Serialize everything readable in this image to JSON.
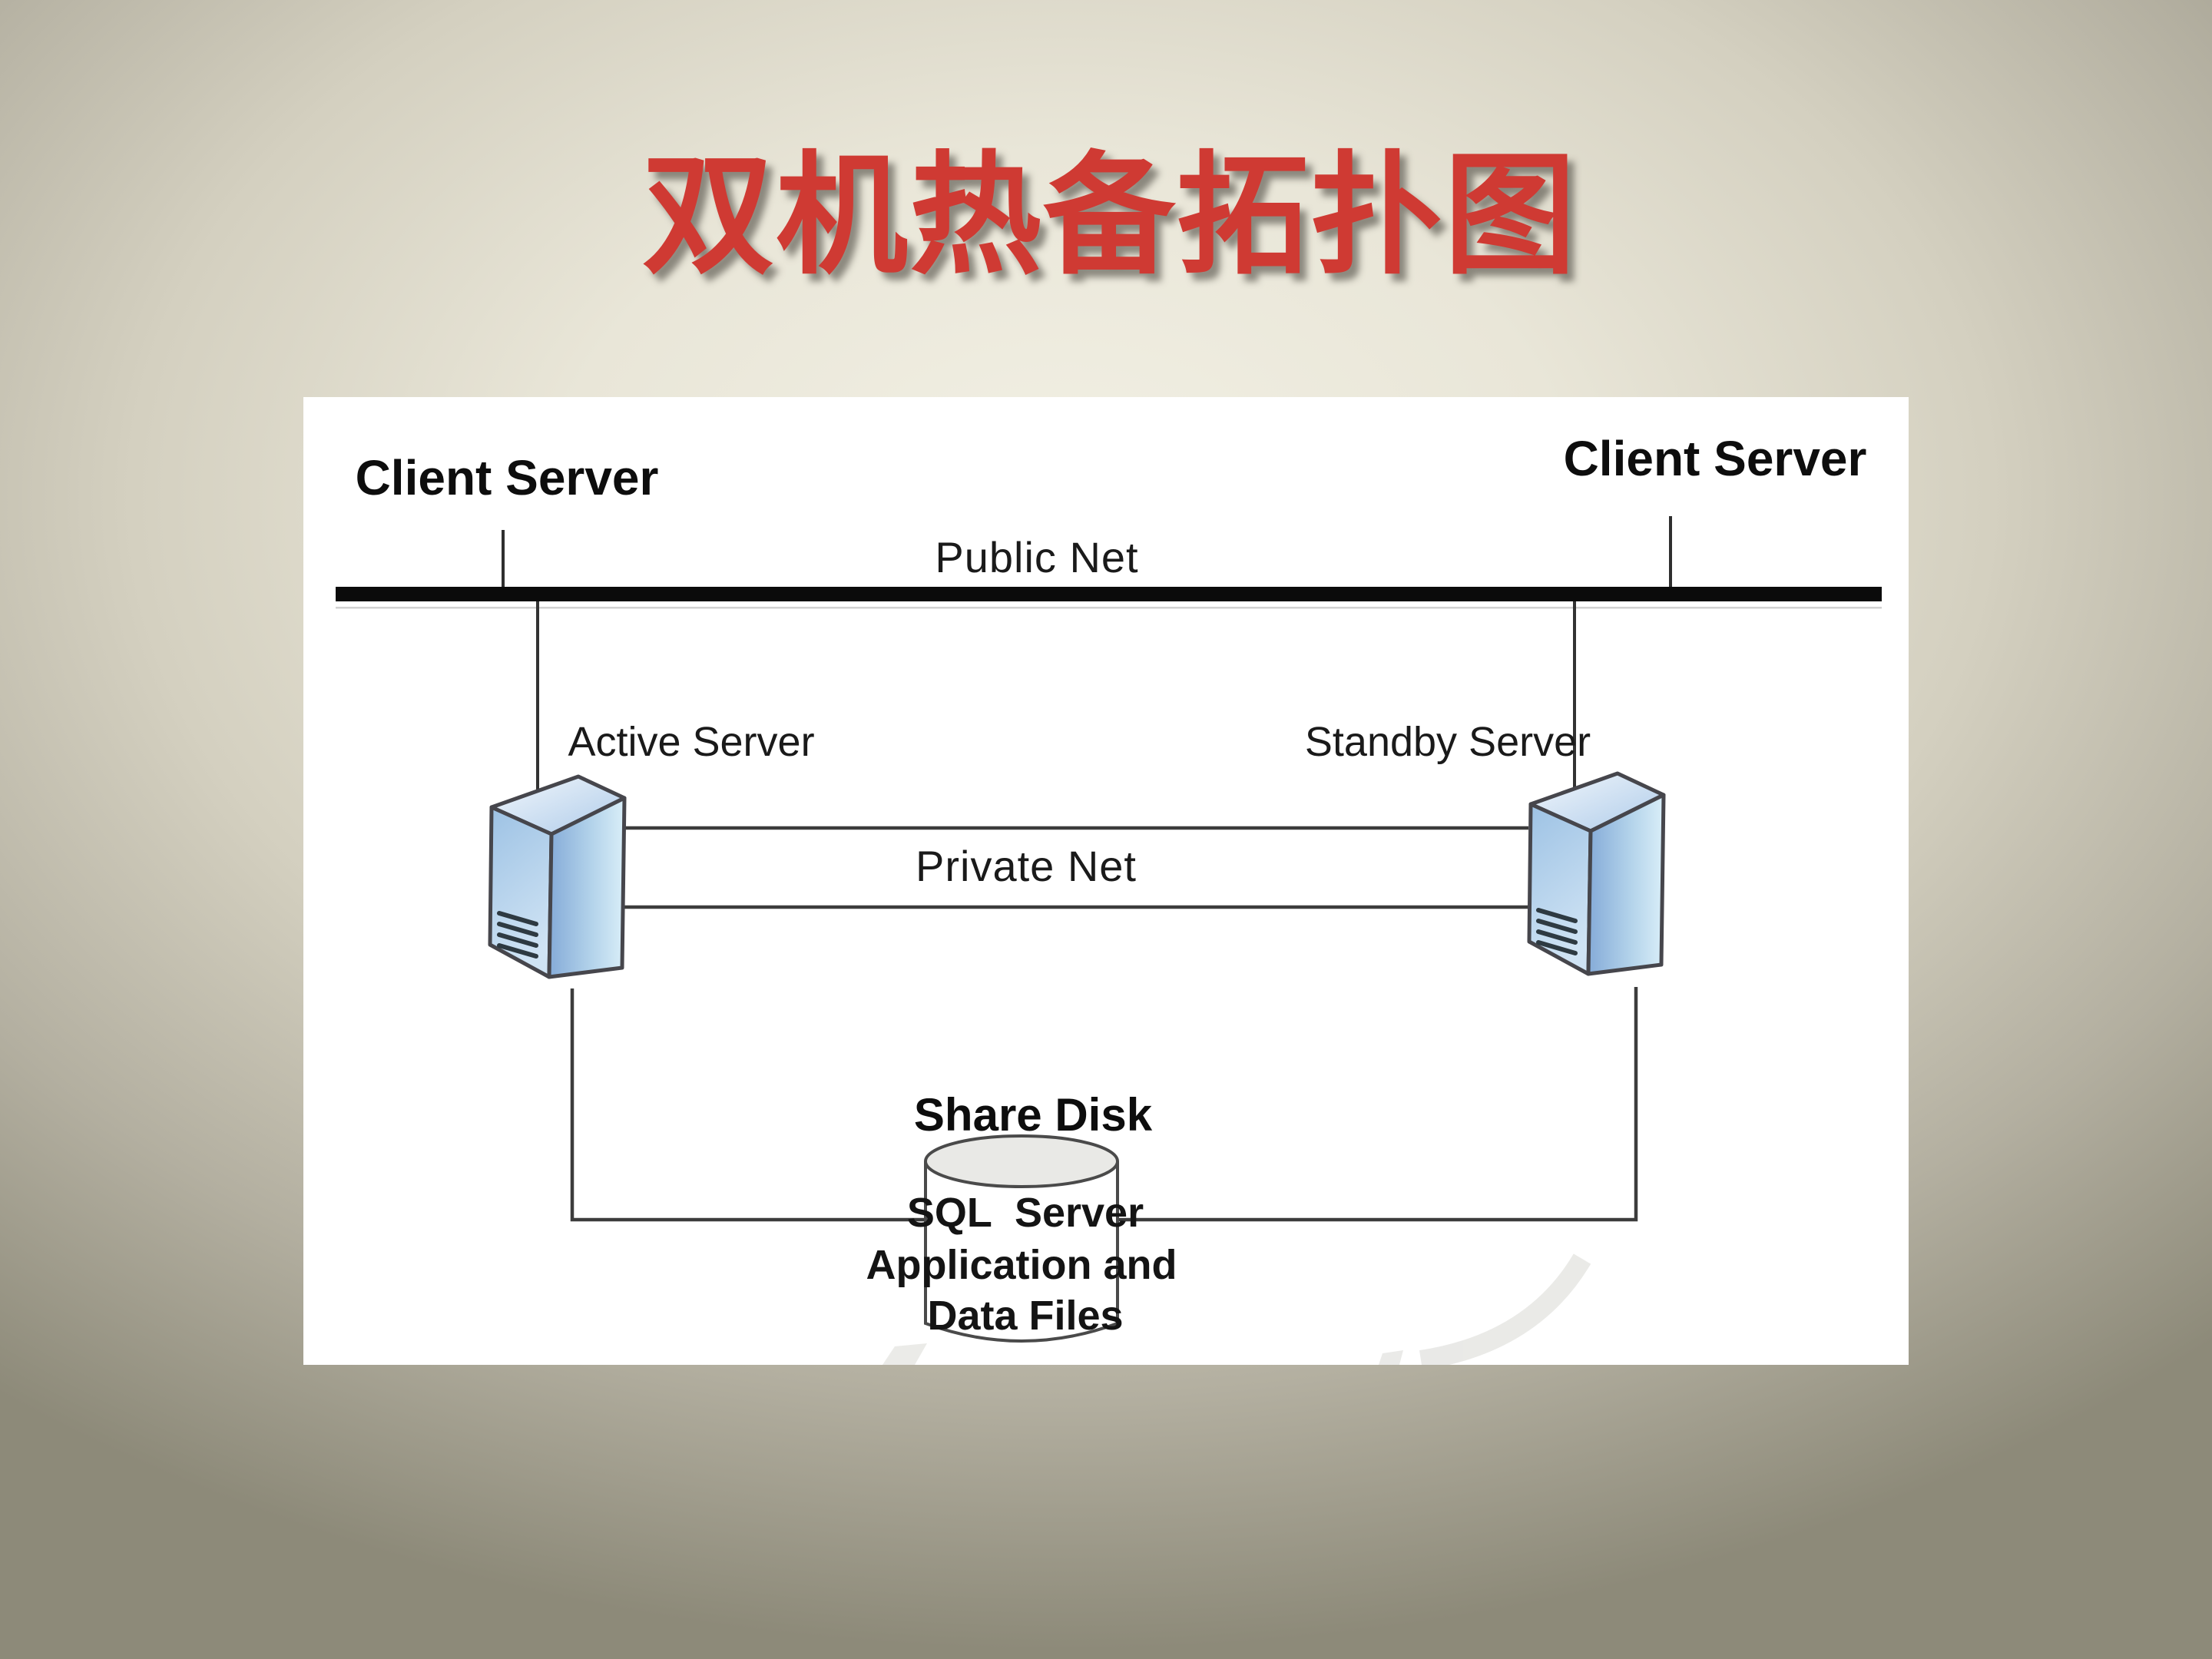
{
  "slide": {
    "title": "双机热备拓扑图",
    "title_color": "#cf3a33",
    "background_light": "#f2f0e4",
    "background_dark": "#8d8a79"
  },
  "diagram": {
    "panel_color": "#ffffff",
    "line_color": "#3c3c3c",
    "bus_color": "#0b0b0b",
    "server_icon_blue": "#9cc0e4",
    "labels": {
      "client_left": "Client Server",
      "client_right": "Client Server",
      "public_net": "Public Net",
      "active_server": "Active Server",
      "standby_server": "Standby Server",
      "private_net": "Private Net",
      "share_disk": "Share Disk"
    },
    "share_disk_cylinder": {
      "line1": "SQL  Server",
      "line2": "Application and",
      "line3": "Data Files"
    }
  }
}
